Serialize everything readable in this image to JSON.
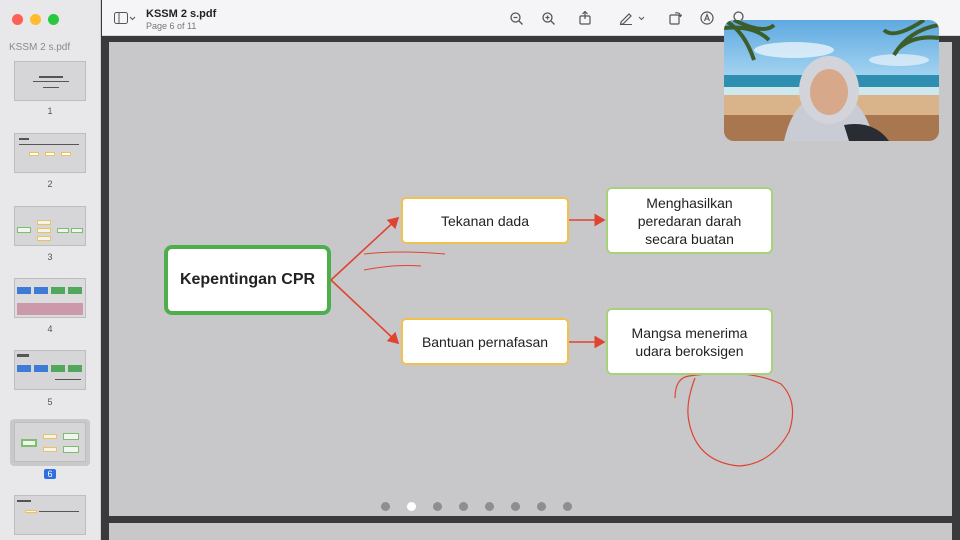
{
  "sidebar": {
    "title": "KSSM 2 s.pdf",
    "thumbnails": [
      {
        "label": "1"
      },
      {
        "label": "2"
      },
      {
        "label": "3"
      },
      {
        "label": "4"
      },
      {
        "label": "5"
      },
      {
        "label": "6"
      },
      {
        "label": ""
      }
    ],
    "selected_index": 5
  },
  "toolbar": {
    "doc_title": "KSSM 2 s.pdf",
    "page_info": "Page 6 of 11"
  },
  "diagram": {
    "main_node": "Kepentingan CPR",
    "branches": [
      {
        "label": "Tekanan dada",
        "result": "Menghasilkan peredaran darah secara buatan"
      },
      {
        "label": "Bantuan pernafasan",
        "result": "Mangsa menerima udara beroksigen"
      }
    ],
    "colors": {
      "main_border": "#4fae4c",
      "branch_border": "#f1c14b",
      "result_border": "#a8d27a",
      "arrow": "#e0432f"
    }
  },
  "carousel": {
    "dots": 8,
    "active": 1
  },
  "icons": [
    "sidebar-toggle-icon",
    "zoom-out-icon",
    "zoom-in-icon",
    "share-icon",
    "markup-pen-icon",
    "rotate-icon",
    "annotate-icon",
    "search-icon"
  ]
}
